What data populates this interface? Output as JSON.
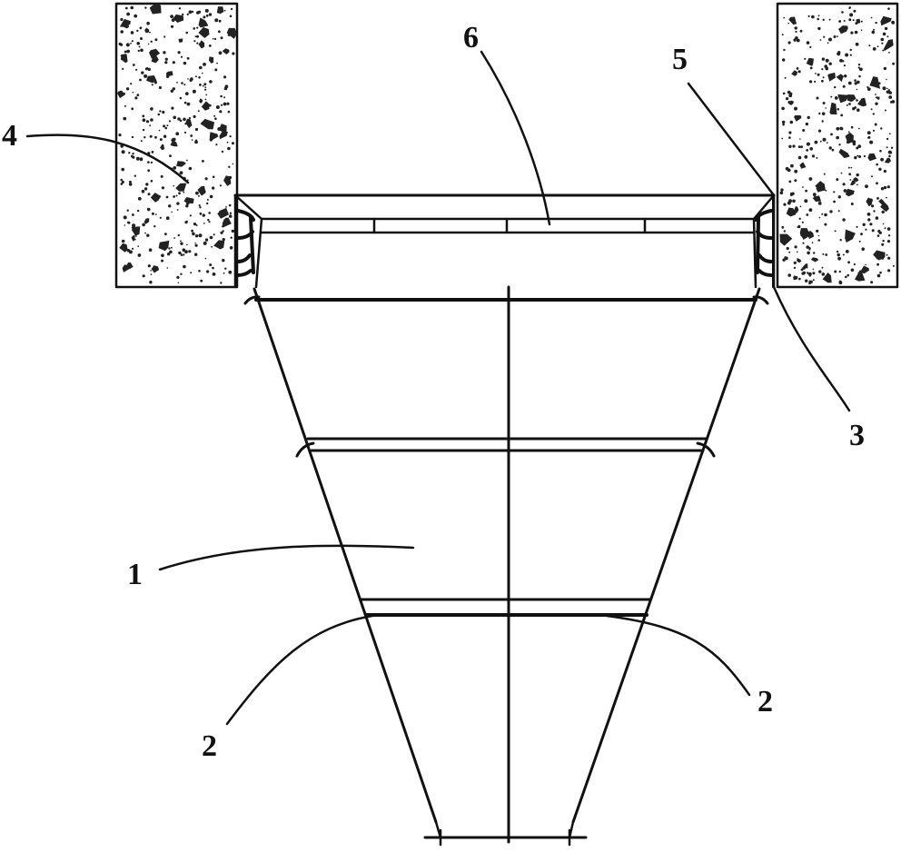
{
  "figure": {
    "labels": [
      {
        "id": "1",
        "text": "1"
      },
      {
        "id": "2a",
        "text": "2"
      },
      {
        "id": "2b",
        "text": "2"
      },
      {
        "id": "3",
        "text": "3"
      },
      {
        "id": "4",
        "text": "4"
      },
      {
        "id": "5",
        "text": "5"
      },
      {
        "id": "6",
        "text": "6"
      }
    ]
  },
  "colors": {
    "line": "#111111",
    "background": "#ffffff"
  }
}
